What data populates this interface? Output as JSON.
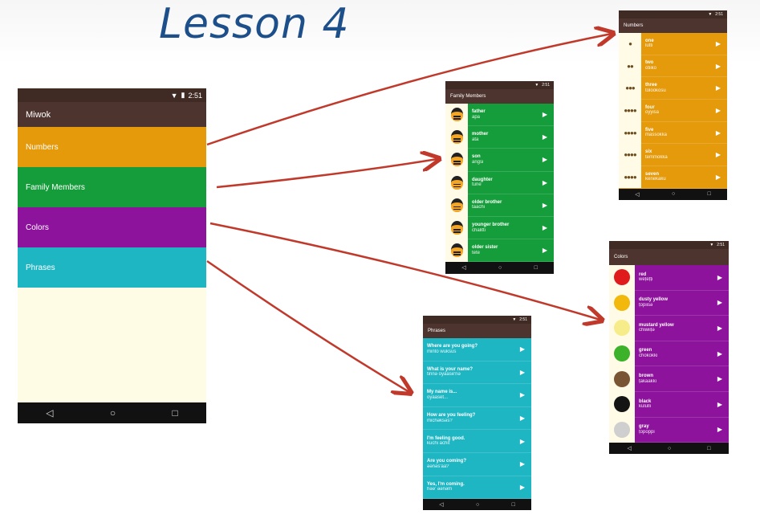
{
  "title": "Lesson 4",
  "status_time": "2:51",
  "main_phone": {
    "app_title": "Miwok",
    "categories": [
      {
        "label": "Numbers",
        "color": "#e49a0a"
      },
      {
        "label": "Family Members",
        "color": "#169d3b"
      },
      {
        "label": "Colors",
        "color": "#8e139c"
      },
      {
        "label": "Phrases",
        "color": "#1fb6c4"
      }
    ]
  },
  "numbers_phone": {
    "app_title": "Numbers",
    "items": [
      {
        "english": "one",
        "miwok": "lutti"
      },
      {
        "english": "two",
        "miwok": "otiiko"
      },
      {
        "english": "three",
        "miwok": "tolookosu"
      },
      {
        "english": "four",
        "miwok": "oyyisa"
      },
      {
        "english": "five",
        "miwok": "massokka"
      },
      {
        "english": "six",
        "miwok": "temmokka"
      },
      {
        "english": "seven",
        "miwok": "kenekaku"
      }
    ]
  },
  "family_phone": {
    "app_title": "Family Members",
    "items": [
      {
        "english": "father",
        "miwok": "apa"
      },
      {
        "english": "mother",
        "miwok": "ata"
      },
      {
        "english": "son",
        "miwok": "angsi"
      },
      {
        "english": "daughter",
        "miwok": "tune"
      },
      {
        "english": "older brother",
        "miwok": "taachi"
      },
      {
        "english": "younger brother",
        "miwok": "chalitti"
      },
      {
        "english": "older sister",
        "miwok": "tete"
      }
    ]
  },
  "colors_phone": {
    "app_title": "Colors",
    "items": [
      {
        "english": "red",
        "miwok": "weṭeṭṭi",
        "swatch": "#e01b1b"
      },
      {
        "english": "dusty yellow",
        "miwok": "ṭopiisә",
        "swatch": "#f2b80c"
      },
      {
        "english": "mustard yellow",
        "miwok": "chiwiiṭә",
        "swatch": "#f7ec8a"
      },
      {
        "english": "green",
        "miwok": "chokokki",
        "swatch": "#3bb22a"
      },
      {
        "english": "brown",
        "miwok": "ṭakaakki",
        "swatch": "#7a5534"
      },
      {
        "english": "black",
        "miwok": "kululli",
        "swatch": "#141414"
      },
      {
        "english": "gray",
        "miwok": "ṭopoppi",
        "swatch": "#cfcfcf"
      }
    ]
  },
  "phrases_phone": {
    "app_title": "Phrases",
    "items": [
      {
        "english": "Where are you going?",
        "miwok": "minto wuksus"
      },
      {
        "english": "What is your name?",
        "miwok": "tinnә oyaase'nә"
      },
      {
        "english": "My name is...",
        "miwok": "oyaaset..."
      },
      {
        "english": "How are you feeling?",
        "miwok": "michәksәs?"
      },
      {
        "english": "I'm feeling good.",
        "miwok": "kuchi achit"
      },
      {
        "english": "Are you coming?",
        "miwok": "әәnәs'aa?"
      },
      {
        "english": "Yes, I'm coming.",
        "miwok": "hәә' әәnәm"
      }
    ]
  },
  "colors": {
    "numbers": "#e49a0a",
    "family": "#169d3b",
    "colors": "#8e139c",
    "phrases": "#1fb6c4",
    "arrow": "#c0392b"
  }
}
